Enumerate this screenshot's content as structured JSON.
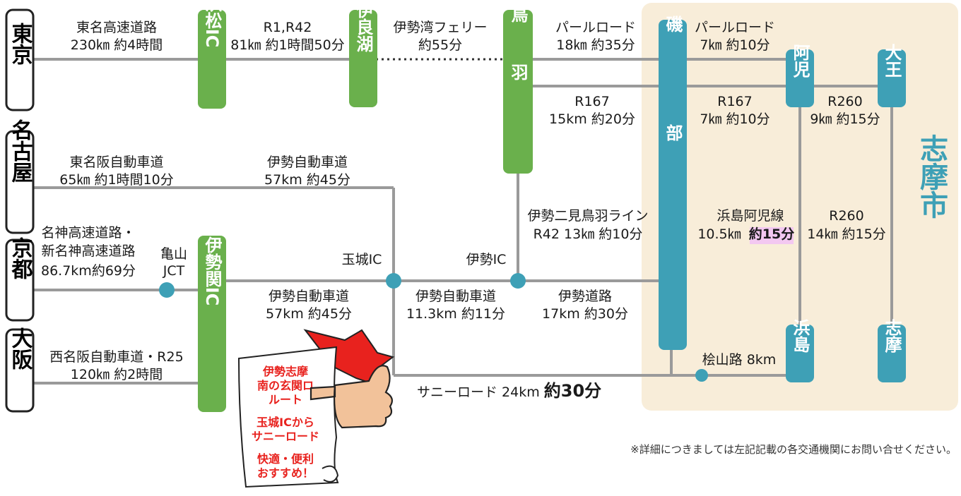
{
  "origins": [
    {
      "id": "tokyo",
      "label": "東京"
    },
    {
      "id": "nagoya",
      "label": "名古屋"
    },
    {
      "id": "kyoto",
      "label": "京都"
    },
    {
      "id": "osaka",
      "label": "大阪"
    }
  ],
  "interchanges": [
    {
      "id": "hamamatsu-ic",
      "label": "浜松IC"
    },
    {
      "id": "irago",
      "label": "伊良湖"
    },
    {
      "id": "toba",
      "label": "鳥羽"
    },
    {
      "id": "isebe",
      "label": "磯部"
    },
    {
      "id": "ise-seki-ic",
      "label": "伊勢関IC"
    },
    {
      "id": "ago",
      "label": "阿児"
    },
    {
      "id": "daio",
      "label": "大王"
    },
    {
      "id": "hamajima",
      "label": "浜島"
    },
    {
      "id": "shima",
      "label": "志摩"
    }
  ],
  "region_label": "志摩市",
  "junctions": {
    "kameyama": [
      "亀山",
      "JCT"
    ],
    "tamaki_ic": "玉城IC",
    "ise_ic": "伊勢IC"
  },
  "routes": {
    "tomei": [
      "東名高速道路",
      "230㎞ 約4時間"
    ],
    "r1_r42": [
      "R1,R42",
      "81㎞ 約1時間50分"
    ],
    "ferry": [
      "伊勢湾フェリー",
      "約55分"
    ],
    "pearl1": [
      "パールロード",
      "18㎞ 約35分"
    ],
    "pearl2": [
      "パールロード",
      "7㎞ 約10分"
    ],
    "r167a": [
      "R167",
      "15km 約20分"
    ],
    "r167b": [
      "R167",
      "7㎞ 約10分"
    ],
    "r260a": [
      "R260",
      "9㎞ 約15分"
    ],
    "meihan": [
      "東名阪自動車道",
      "65㎞ 約1時間10分"
    ],
    "ise_exp_top": [
      "伊勢自動車道",
      "57km 約45分"
    ],
    "futami": [
      "伊勢二見鳥羽ライン",
      "R42 13㎞ 約10分"
    ],
    "hamajima_ago": [
      "浜島阿児線",
      "10.5㎞",
      "約15分"
    ],
    "r260b": [
      "R260",
      "14㎞ 約15分"
    ],
    "meishin": [
      "名神高速道路・",
      "新名神高速道路",
      "86.7km約69分"
    ],
    "ise_exp_low": [
      "伊勢自動車道",
      "57km 約45分"
    ],
    "ise_exp_mid": [
      "伊勢自動車道",
      "11.3km 約11分"
    ],
    "ise_road": [
      "伊勢道路",
      "17km 約30分"
    ],
    "nishimeihan": [
      "西名阪自動車道・R25",
      "120㎞ 約2時間"
    ],
    "kenzan": "桧山路 8km",
    "sunny_prefix": "サニーロード 24km ",
    "sunny_time": "約30分"
  },
  "callout": {
    "lines": [
      "伊勢志摩",
      "南の玄関ロ",
      "ルート",
      "玉城ICから",
      "サニーロード",
      "快適・便利",
      "おすすめ！"
    ]
  },
  "footnote": "※詳細につきましては左記記載の各交通機関にお問い合せください。",
  "colors": {
    "green": "#6ab04c",
    "teal": "#3ea0b6",
    "region_bg": "#f8edd9",
    "region_text": "#3ea0b6",
    "line": "#9a9a9a",
    "callout_red": "#e8221e",
    "hand": "#f2c29a",
    "highlight": "#f3c8f1"
  }
}
